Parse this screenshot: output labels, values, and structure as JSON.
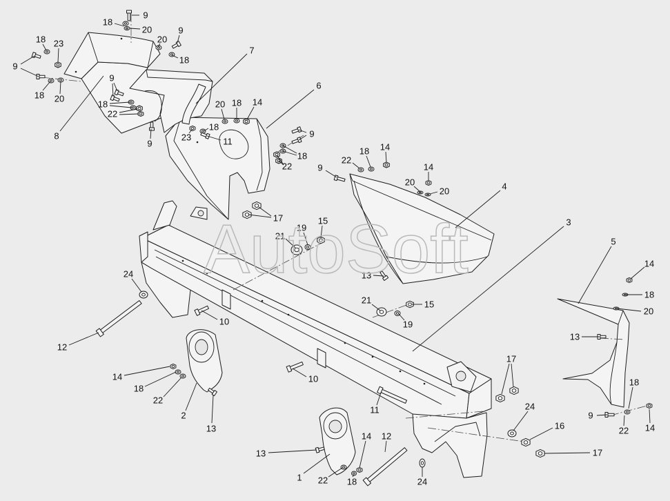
{
  "watermark": "AutoSoft",
  "callouts": [
    "9",
    "18",
    "20",
    "20",
    "9",
    "18",
    "7",
    "6",
    "18",
    "23",
    "9",
    "18",
    "20",
    "8",
    "9",
    "18",
    "22",
    "9",
    "23",
    "18",
    "11",
    "20",
    "18",
    "14",
    "9",
    "18",
    "22",
    "17",
    "19",
    "15",
    "21",
    "13",
    "22",
    "18",
    "14",
    "9",
    "14",
    "20",
    "20",
    "4",
    "3",
    "5",
    "14",
    "18",
    "20",
    "13",
    "24",
    "21",
    "15",
    "19",
    "10",
    "12",
    "10",
    "11",
    "17",
    "24",
    "16",
    "17",
    "18",
    "9",
    "22",
    "14",
    "14",
    "18",
    "22",
    "2",
    "13",
    "13",
    "1",
    "22",
    "18",
    "14",
    "12",
    "24"
  ],
  "colors": {
    "background": "#ececec",
    "line": "#1c1c1c",
    "part_fill": "#f4f4f4",
    "watermark": "#b9b9b9"
  }
}
